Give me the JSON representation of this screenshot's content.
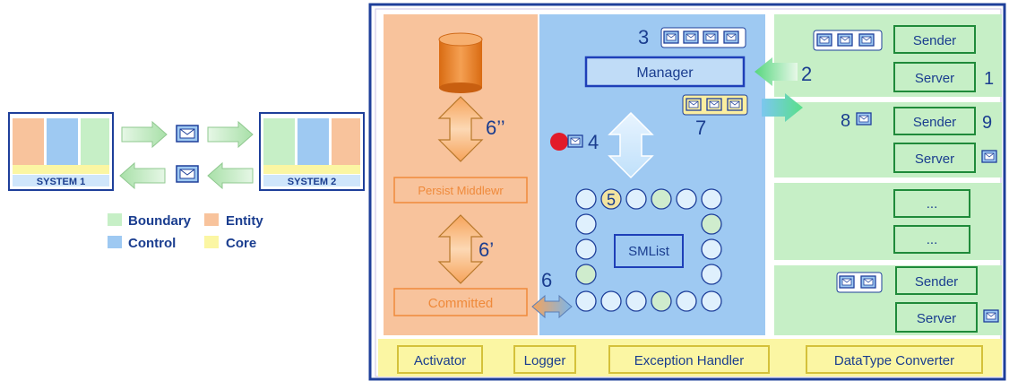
{
  "left": {
    "system1_label": "SYSTEM 1",
    "system2_label": "SYSTEM 2",
    "legend": [
      {
        "label": "Boundary",
        "color": "#c6efc6"
      },
      {
        "label": "Entity",
        "color": "#f8c39c"
      },
      {
        "label": "Control",
        "color": "#9ec9f2"
      },
      {
        "label": "Core",
        "color": "#fbf6a3"
      }
    ]
  },
  "colors": {
    "boundary": "#c6efc6",
    "entity": "#f8c39c",
    "control": "#9ec9f2",
    "core": "#fbf6a3",
    "frame": "#1e3f9a",
    "label_text": "#1a3d8f",
    "entity_text": "#ef8a3b"
  },
  "entity_col": {
    "persist_label": "Persist Middlewr",
    "committed_label": "Committed",
    "step_6pp": "6’’",
    "step_6p": "6’",
    "step_6": "6"
  },
  "control_col": {
    "step_3": "3",
    "manager_label": "Manager",
    "step_7": "7",
    "step_4": "4",
    "step_5": "5",
    "smlist_label": "SMList"
  },
  "boundary_col": {
    "sender_label": "Sender",
    "server_label": "Server",
    "ellipsis": "...",
    "step_1": "1",
    "step_2": "2",
    "step_8": "8",
    "step_9": "9"
  },
  "core_row": {
    "activator_label": "Activator",
    "logger_label": "Logger",
    "exception_label": "Exception Handler",
    "converter_label": "DataType Converter"
  },
  "icons": [
    "envelope-icon",
    "database-icon",
    "double-arrow-icon",
    "right-arrow-icon",
    "left-arrow-icon"
  ]
}
